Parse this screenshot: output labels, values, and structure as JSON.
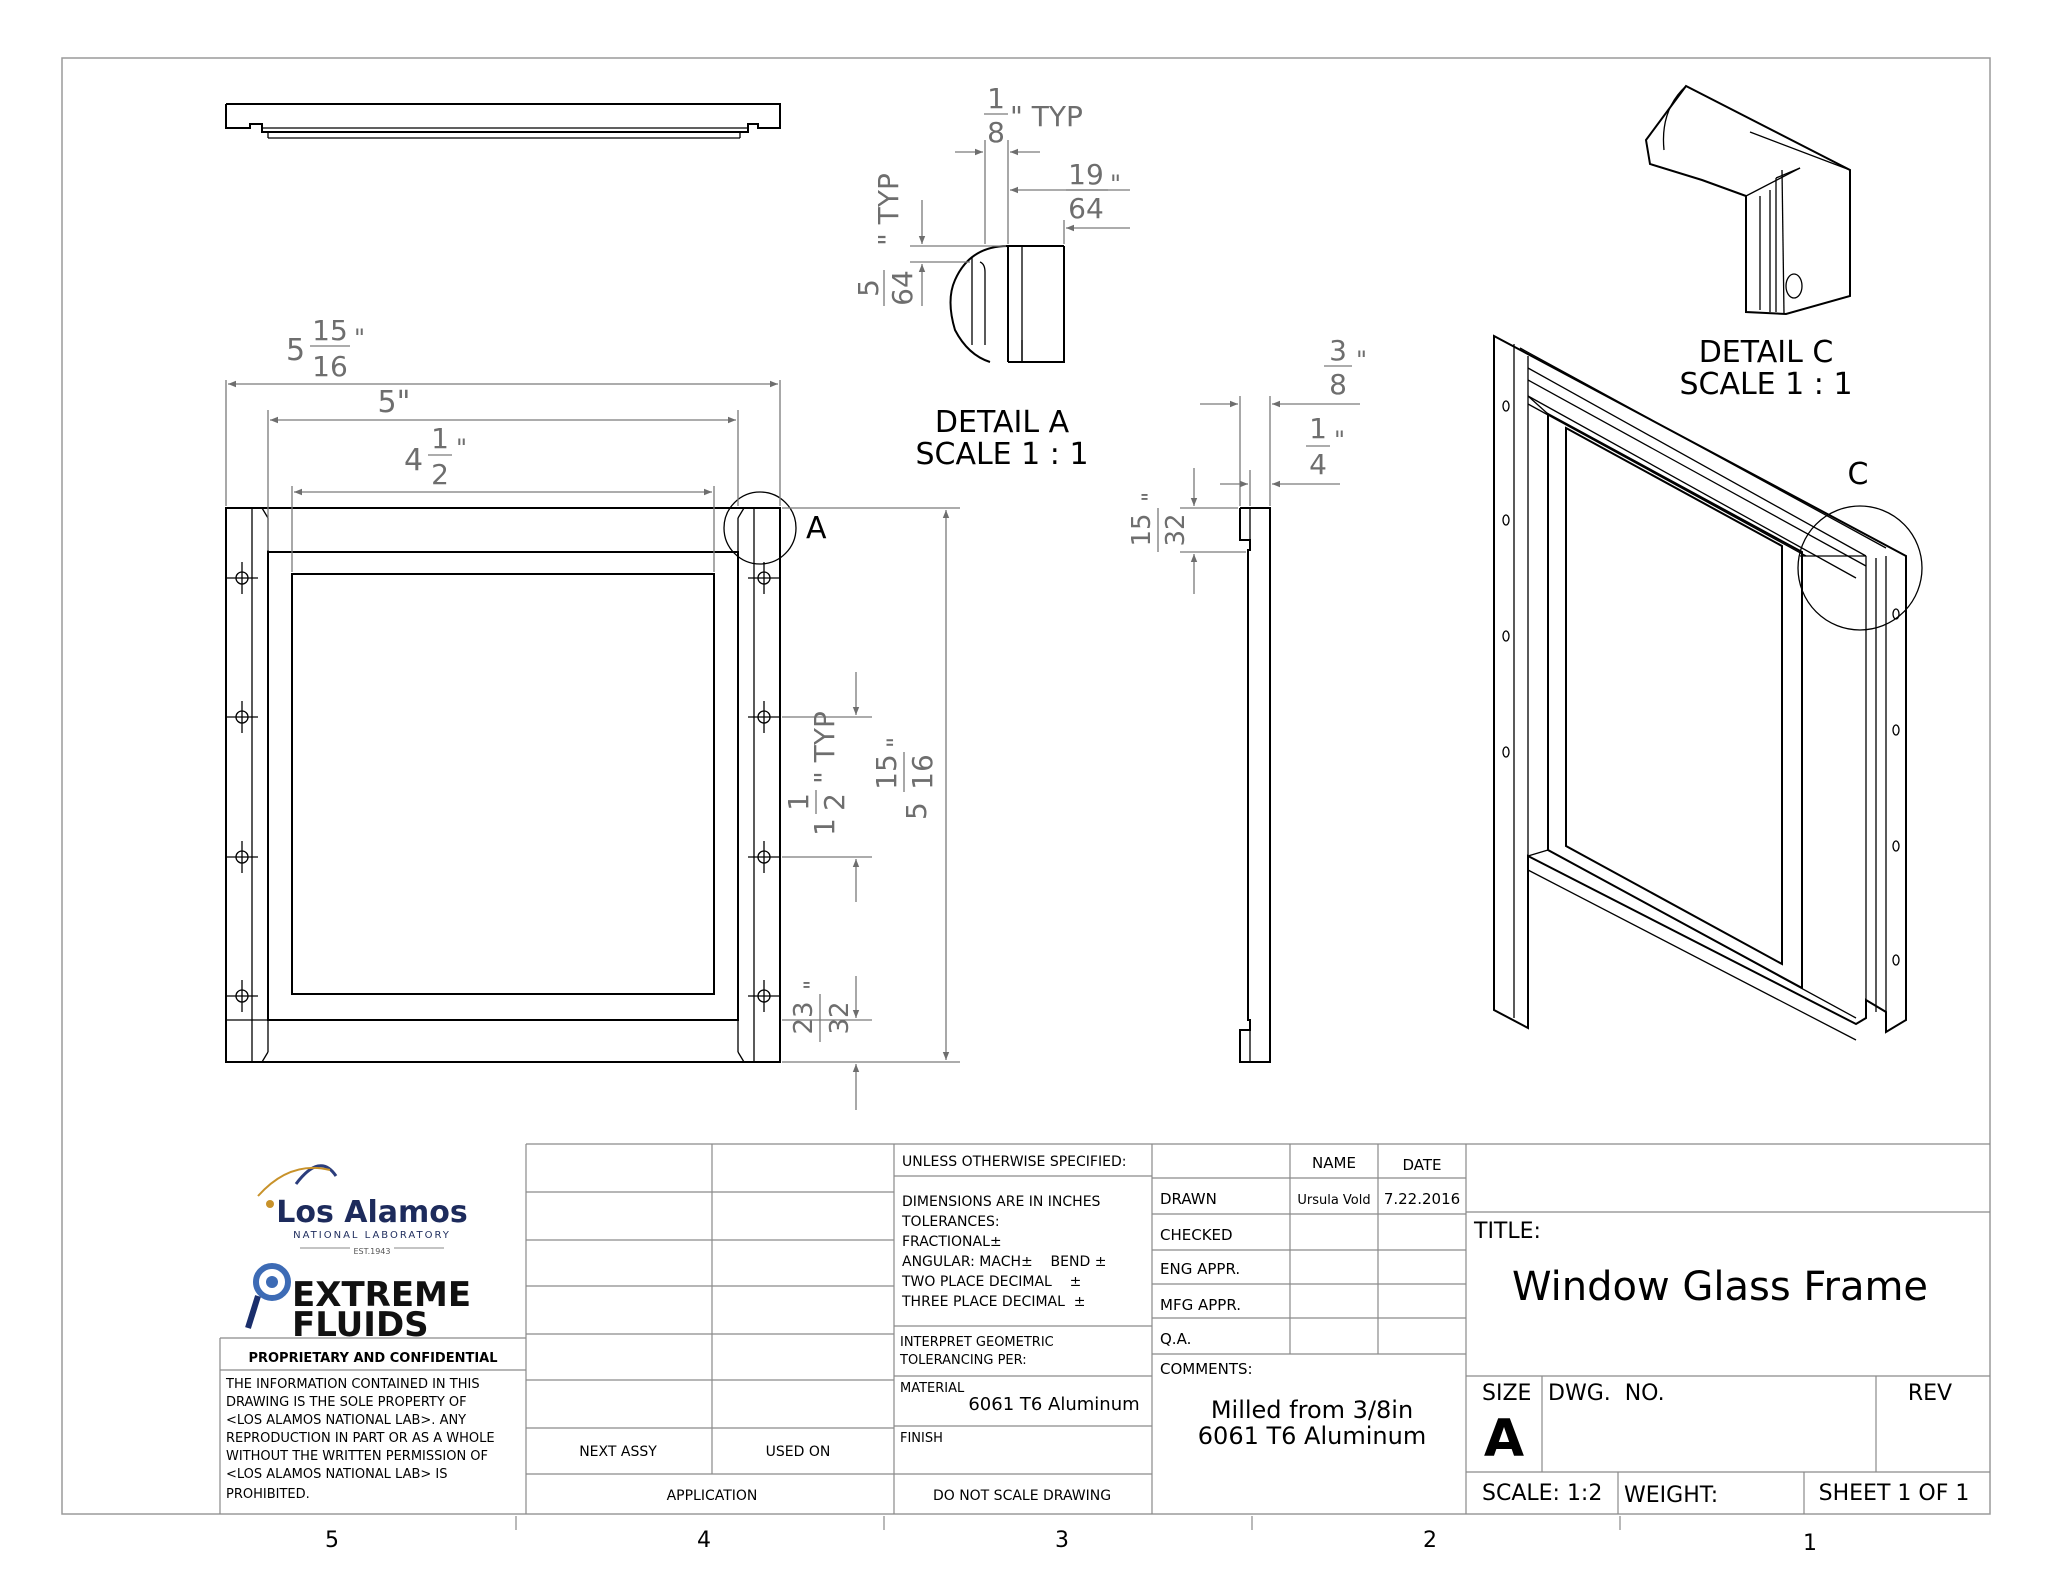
{
  "drawing": {
    "zone_numbers": [
      "5",
      "4",
      "3",
      "2",
      "1"
    ],
    "details": {
      "a_title": "DETAIL A",
      "a_scale": "SCALE 1 : 1",
      "c_title": "DETAIL C",
      "c_scale": "SCALE 1 : 1",
      "a_label": "A",
      "c_label": "C"
    },
    "dimensions": {
      "overall_width_whole": "5",
      "overall_width_num": "15",
      "overall_width_den": "16",
      "inner_width": "5\"",
      "window_width_whole": "4",
      "window_width_num": "1",
      "window_width_den": "2",
      "overall_height_whole": "5",
      "overall_height_num": "15",
      "overall_height_den": "16",
      "hole_pitch_whole": "1",
      "hole_pitch_num": "1",
      "hole_pitch_den": "2",
      "hole_pitch_suffix": "\" TYP",
      "bottom_num": "23",
      "bottom_den": "32",
      "detail_a_top_num": "1",
      "detail_a_top_den": "8",
      "detail_a_top_suffix": "\" TYP",
      "detail_a_right_num": "19",
      "detail_a_right_den": "64",
      "detail_a_left_num": "5",
      "detail_a_left_den": "64",
      "detail_a_left_suffix": "\" TYP",
      "side_thk_num": "3",
      "side_thk_den": "8",
      "side_step_num": "1",
      "side_step_den": "4",
      "side_lip_num": "15",
      "side_lip_den": "32",
      "inch_mark": "\""
    }
  },
  "title_block": {
    "company": "Los Alamos",
    "company_sub": "NATIONAL LABORATORY",
    "company_est": "EST.1943",
    "team_line1": "EXTREME",
    "team_line2": "FLUIDS",
    "proprietary_heading": "PROPRIETARY AND CONFIDENTIAL",
    "proprietary_lines": [
      "THE INFORMATION CONTAINED IN THIS",
      "DRAWING IS THE SOLE PROPERTY OF",
      "<LOS ALAMOS NATIONAL LAB>.  ANY",
      "REPRODUCTION IN PART OR AS A WHOLE",
      "WITHOUT THE WRITTEN PERMISSION OF",
      "<LOS ALAMOS NATIONAL LAB> IS",
      "PROHIBITED."
    ],
    "next_assy": "NEXT ASSY",
    "used_on": "USED ON",
    "application": "APPLICATION",
    "unless_specified": "UNLESS OTHERWISE SPECIFIED:",
    "tolerance_lines": [
      "DIMENSIONS ARE IN INCHES",
      "TOLERANCES:",
      "FRACTIONAL±",
      "ANGULAR: MACH±    BEND ±",
      "TWO PLACE DECIMAL    ±",
      "THREE PLACE DECIMAL  ±"
    ],
    "interpret_lines": [
      "INTERPRET GEOMETRIC",
      "TOLERANCING PER:"
    ],
    "material_label": "MATERIAL",
    "material_value": "6061 T6 Aluminum",
    "finish_label": "FINISH",
    "do_not_scale": "DO NOT SCALE DRAWING",
    "name_header": "NAME",
    "date_header": "DATE",
    "rows": [
      {
        "label": "DRAWN",
        "name": "Ursula Vold",
        "date": "7.22.2016"
      },
      {
        "label": "CHECKED",
        "name": "",
        "date": ""
      },
      {
        "label": "ENG APPR.",
        "name": "",
        "date": ""
      },
      {
        "label": "MFG APPR.",
        "name": "",
        "date": ""
      },
      {
        "label": "Q.A.",
        "name": "",
        "date": ""
      }
    ],
    "comments_label": "COMMENTS:",
    "comments_lines": [
      "Milled from 3/8in",
      "6061 T6 Aluminum"
    ],
    "title_label": "TITLE:",
    "title_value": "Window Glass Frame",
    "size_label": "SIZE",
    "size_value": "A",
    "dwg_no_label": "DWG.  NO.",
    "rev_label": "REV",
    "scale_label": "SCALE: 1:2",
    "weight_label": "WEIGHT:",
    "sheet_label": "SHEET 1 OF 1"
  }
}
